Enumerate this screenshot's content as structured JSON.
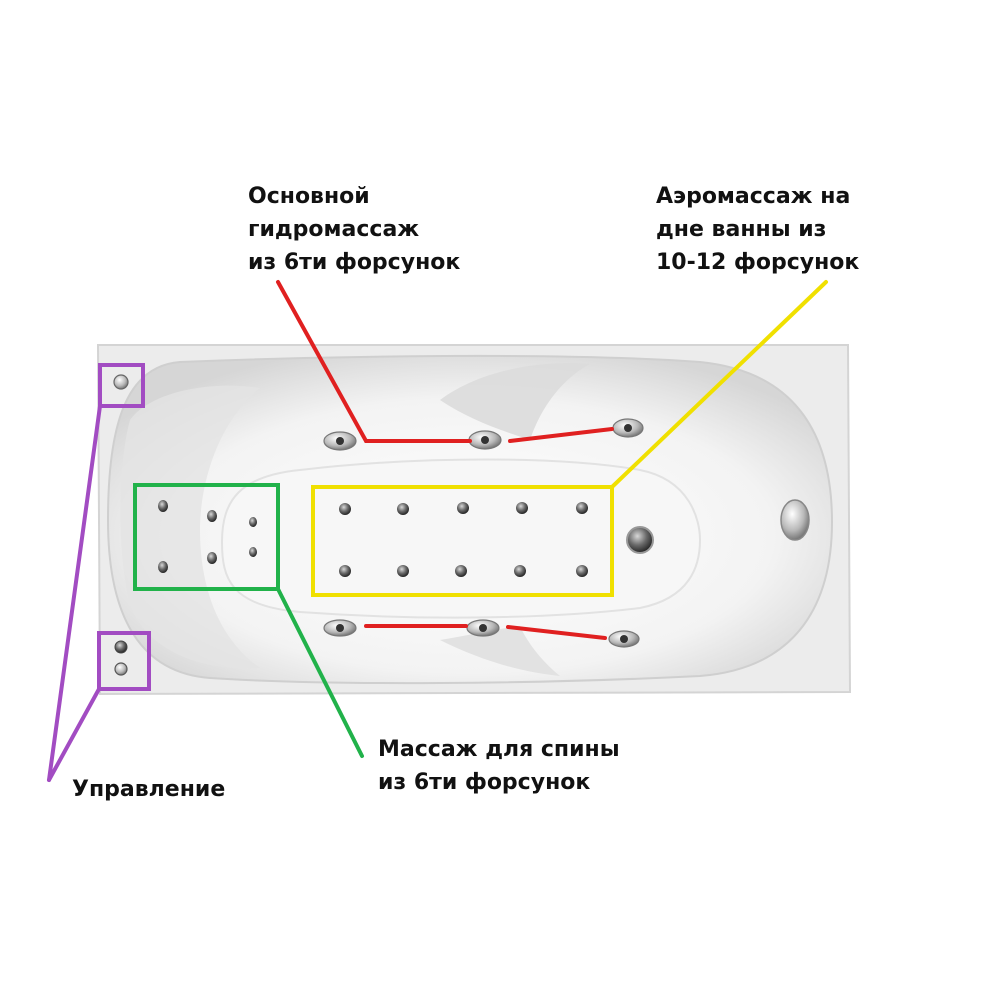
{
  "labels": {
    "main_hydro": [
      "Основной",
      "гидромассаж",
      "из 6ти форсунок"
    ],
    "aero": [
      "Аэромассаж на",
      "дне ванны из",
      "10-12 форсунок"
    ],
    "back": [
      "Массаж для спины",
      "из 6ти форсунок"
    ],
    "control": "Управление"
  },
  "colors": {
    "main_hydro": "#e02020",
    "aero": "#f0e000",
    "back": "#21b24a",
    "control": "#a24cc2"
  }
}
